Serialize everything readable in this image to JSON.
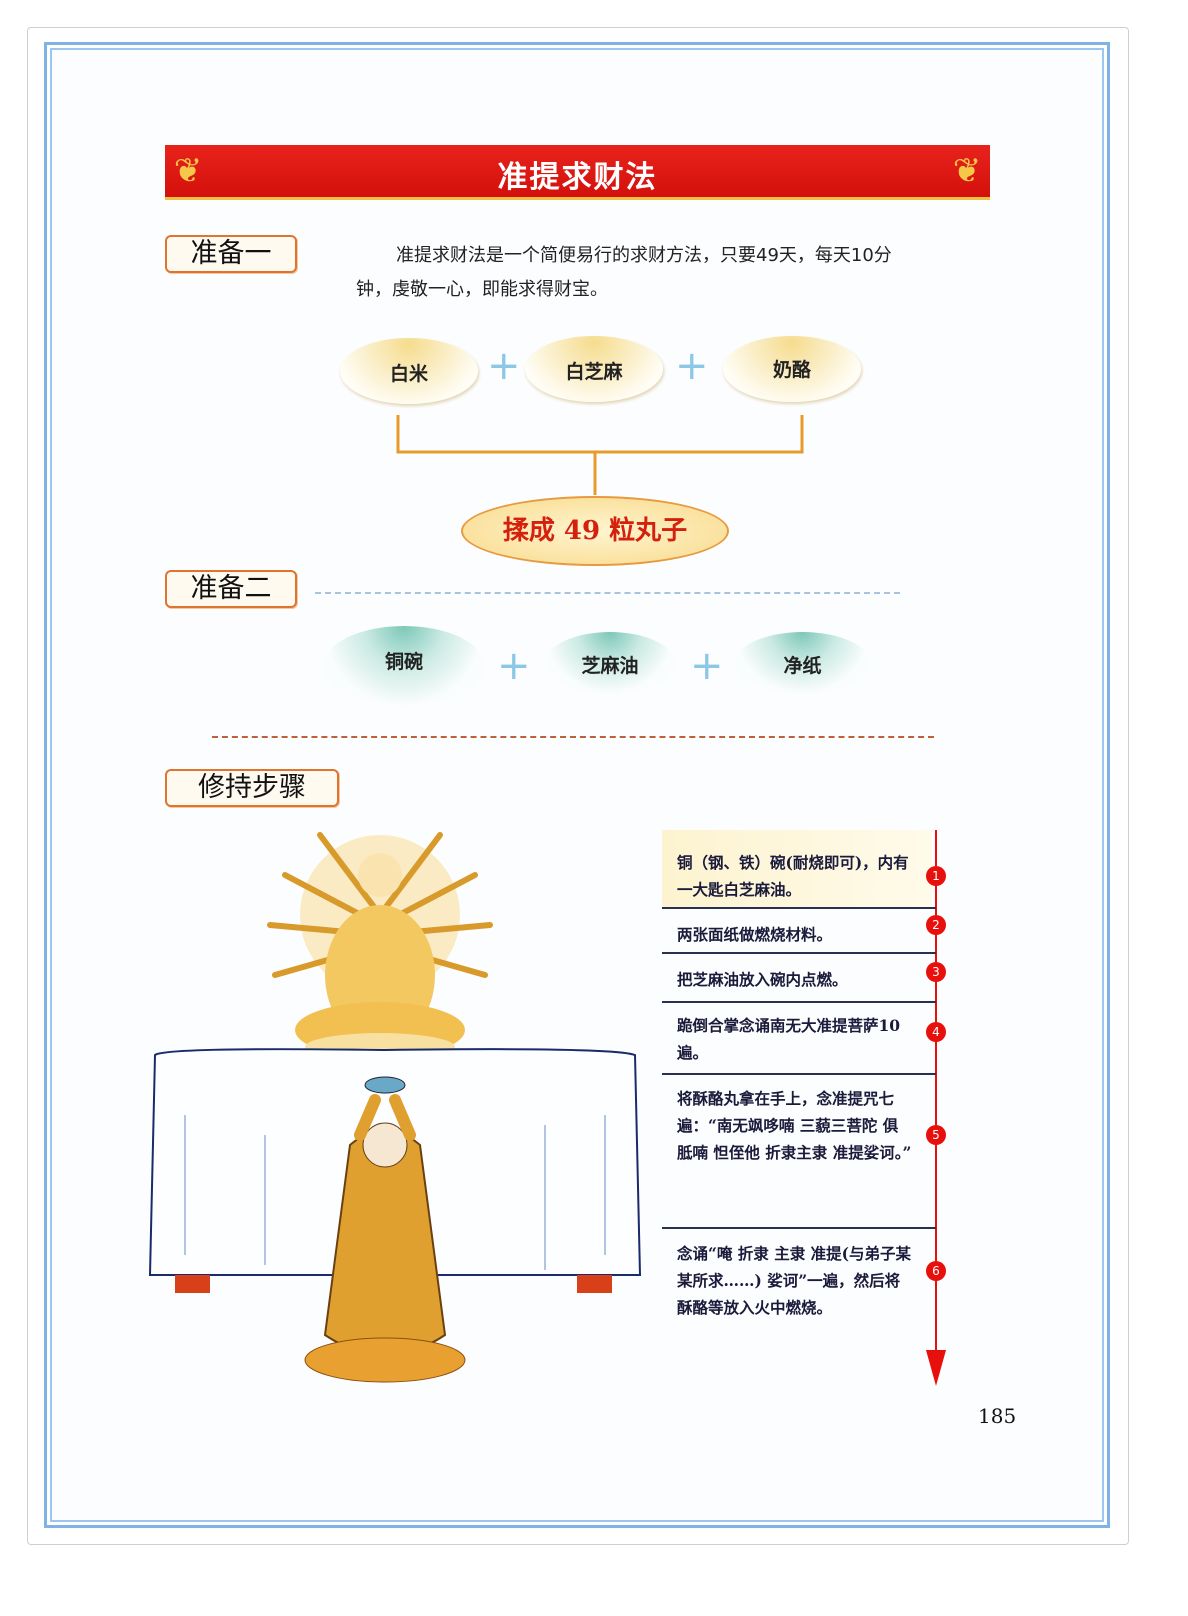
{
  "banner": {
    "title": "准提求财法"
  },
  "section1": {
    "label": "准备一",
    "intro_line1": "准提求财法是一个简便易行的求财方法，只要49天，每天10分",
    "intro_line2": "钟，虔敬一心，即能求得财宝。",
    "ingredients": [
      "白米",
      "白芝麻",
      "奶酪"
    ],
    "plus": "+",
    "result": "揉成 49 粒丸子"
  },
  "section2": {
    "label": "准备二",
    "items": [
      "铜碗",
      "芝麻油",
      "净纸"
    ],
    "plus": "+"
  },
  "section3": {
    "label": "修持步骤",
    "steps": [
      {
        "num": "1",
        "text": "铜（钢、铁）碗(耐烧即可)，内有一大匙白芝麻油。"
      },
      {
        "num": "2",
        "text": "两张面纸做燃烧材料。"
      },
      {
        "num": "3",
        "text": "把芝麻油放入碗内点燃。"
      },
      {
        "num": "4",
        "text": "跪倒合掌念诵南无大准提菩萨10遍。"
      },
      {
        "num": "5",
        "text": "将酥酪丸拿在手上，念准提咒七遍：“南无飒哆喃 三藐三菩陀 俱胝喃 怛侄他 折隶主隶 准提娑诃。”"
      },
      {
        "num": "6",
        "text": "念诵“唵 折隶 主隶 准提(与弟子某某所求……) 娑诃”一遍，然后将酥酪等放入火中燃烧。"
      }
    ]
  },
  "page_number": "185",
  "colors": {
    "banner": "#e01a14",
    "accent": "#e0742f",
    "frame": "#7fb3e6"
  }
}
